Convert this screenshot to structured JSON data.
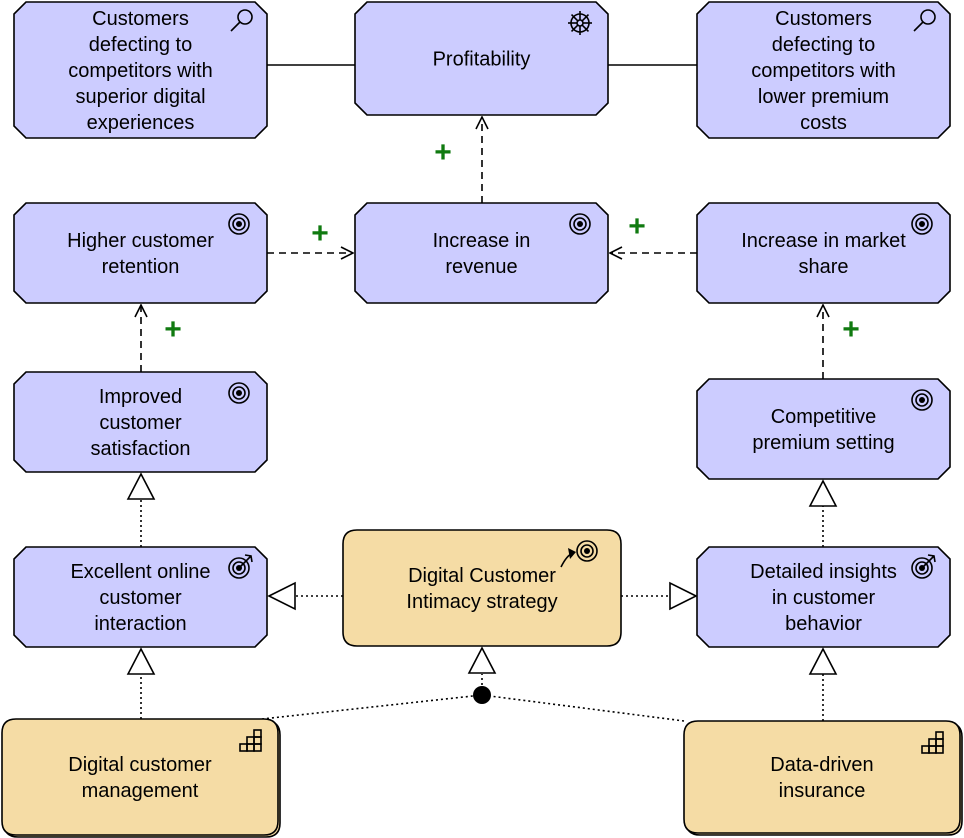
{
  "colors": {
    "motivation": "#CCCCFF",
    "strategy": "#F5DCA5",
    "positive": "#107A10",
    "line": "#000000"
  },
  "nodes": [
    {
      "id": "n1",
      "kind": "driver-box",
      "fill": "motivation",
      "icon": "magnifier-icon",
      "lines": [
        "Customers",
        "defecting to",
        "competitors with",
        "superior digital",
        "experiences"
      ]
    },
    {
      "id": "n2",
      "kind": "driver-box",
      "fill": "motivation",
      "icon": "helm-wheel-icon",
      "lines": [
        "Profitability"
      ]
    },
    {
      "id": "n3",
      "kind": "driver-box",
      "fill": "motivation",
      "icon": "magnifier-icon",
      "lines": [
        "Customers",
        "defecting to",
        "competitors with",
        "lower premium",
        "costs"
      ]
    },
    {
      "id": "n4",
      "kind": "goal-box",
      "fill": "motivation",
      "icon": "target-icon",
      "lines": [
        "Higher customer",
        "retention"
      ]
    },
    {
      "id": "n5",
      "kind": "goal-box",
      "fill": "motivation",
      "icon": "target-icon",
      "lines": [
        "Increase in",
        "revenue"
      ]
    },
    {
      "id": "n6",
      "kind": "goal-box",
      "fill": "motivation",
      "icon": "target-icon",
      "lines": [
        "Increase in market",
        "share"
      ]
    },
    {
      "id": "n7",
      "kind": "goal-box",
      "fill": "motivation",
      "icon": "target-icon",
      "lines": [
        "Improved",
        "customer",
        "satisfaction"
      ]
    },
    {
      "id": "n8",
      "kind": "goal-box",
      "fill": "motivation",
      "icon": "target-icon",
      "lines": [
        "Competitive",
        "premium setting"
      ]
    },
    {
      "id": "n9",
      "kind": "outcome-box",
      "fill": "motivation",
      "icon": "outcome-target-icon",
      "lines": [
        "Excellent online",
        "customer",
        "interaction"
      ]
    },
    {
      "id": "n10",
      "kind": "course-box",
      "fill": "strategy",
      "icon": "course-of-action-icon",
      "lines": [
        "Digital Customer",
        "Intimacy strategy"
      ]
    },
    {
      "id": "n11",
      "kind": "outcome-box",
      "fill": "motivation",
      "icon": "outcome-target-icon",
      "lines": [
        "Detailed insights",
        "in customer",
        "behavior"
      ]
    },
    {
      "id": "n12",
      "kind": "capability-box",
      "fill": "strategy",
      "icon": "capability-icon",
      "lines": [
        "Digital customer",
        "management"
      ]
    },
    {
      "id": "n13",
      "kind": "capability-box",
      "fill": "strategy",
      "icon": "capability-icon",
      "lines": [
        "Data-driven",
        "insurance"
      ]
    }
  ],
  "influence_marks": [
    {
      "id": "m1",
      "text": "+"
    },
    {
      "id": "m2",
      "text": "+"
    },
    {
      "id": "m3",
      "text": "+"
    },
    {
      "id": "m4",
      "text": "+"
    },
    {
      "id": "m5",
      "text": "+"
    }
  ]
}
